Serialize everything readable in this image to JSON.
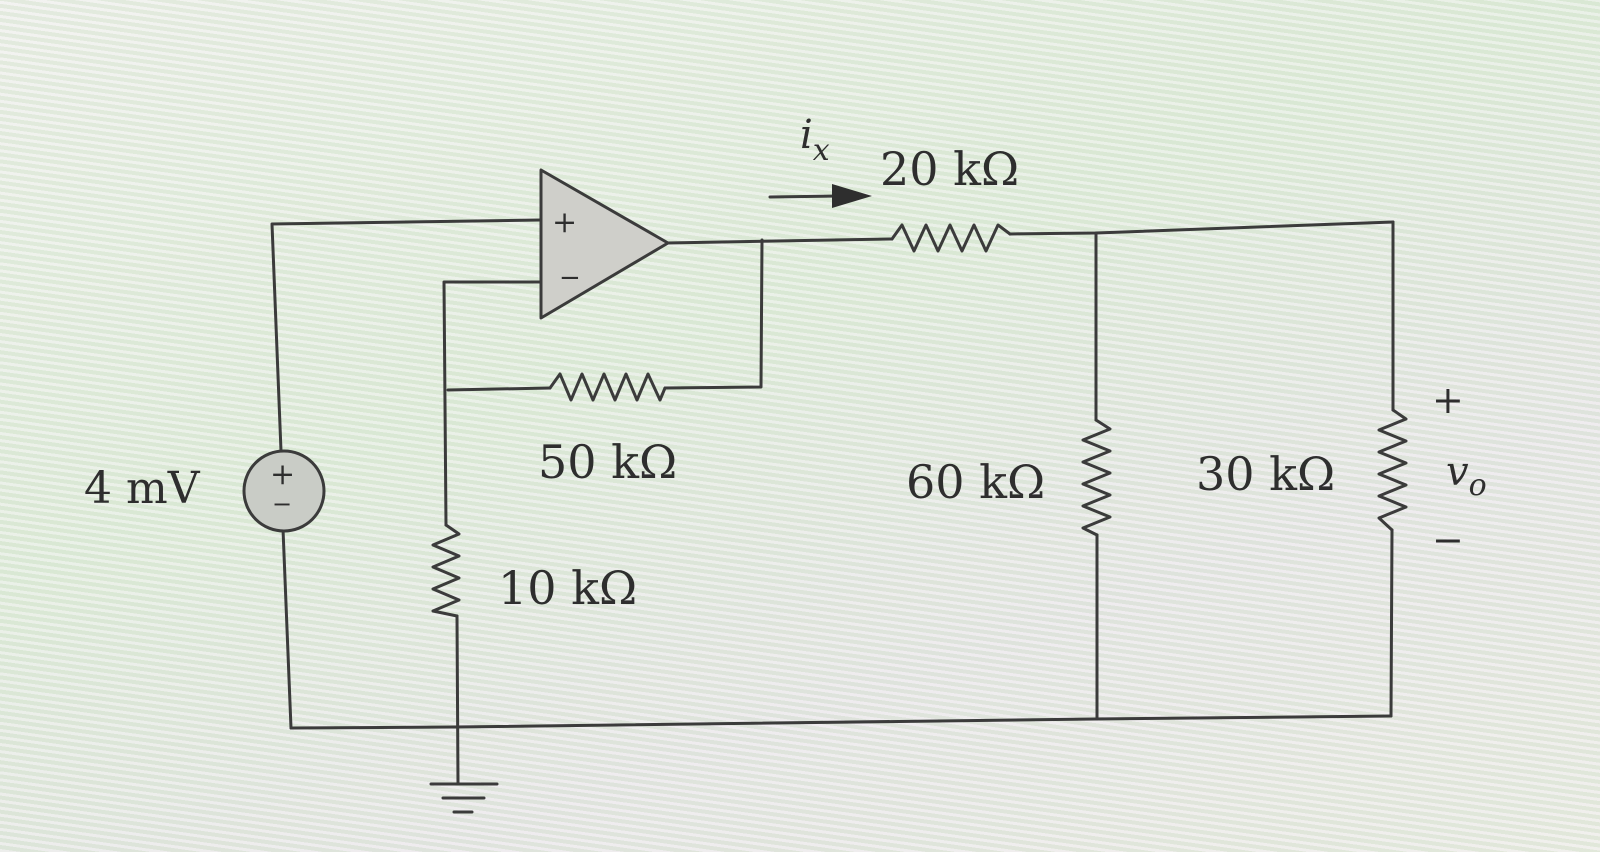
{
  "source": {
    "label": "4 mV",
    "plus": "+",
    "minus": "−"
  },
  "opamp": {
    "plus": "+",
    "minus": "−"
  },
  "current": {
    "label_main": "i",
    "label_sub": "x"
  },
  "resistors": {
    "r20": "20 kΩ",
    "r50": "50 kΩ",
    "r10": "10 kΩ",
    "r60": "60 kΩ",
    "r30": "30 kΩ"
  },
  "output": {
    "plus": "+",
    "label_main": "v",
    "label_sub": "o",
    "minus": "−"
  }
}
